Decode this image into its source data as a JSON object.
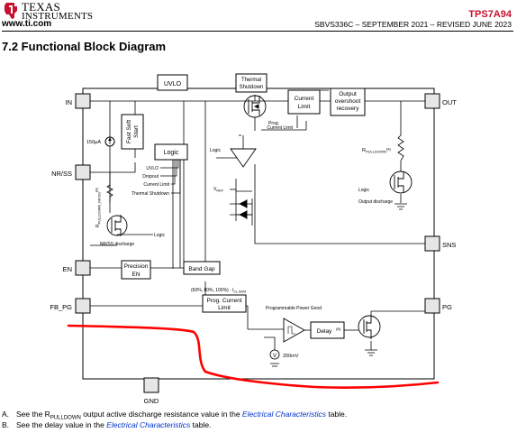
{
  "header": {
    "logo_line1": "TEXAS",
    "logo_line2": "INSTRUMENTS",
    "website": "www.ti.com",
    "part_number": "TPS7A94",
    "doc_info": "SBVS336C – SEPTEMBER 2021 – REVISED JUNE 2023"
  },
  "section": {
    "title": "7.2 Functional Block Diagram"
  },
  "diagram": {
    "pins": {
      "in": "IN",
      "nr_ss": "NR/SS",
      "en": "EN",
      "fb_pg": "FB_PG",
      "out": "OUT",
      "sns": "SNS",
      "pg": "PG",
      "gnd": "GND"
    },
    "blocks": {
      "uvlo": "UVLO",
      "thermal_1": "Thermal",
      "thermal_2": "Shutdown",
      "current_limit_1": "Current",
      "current_limit_2": "Limit",
      "overshoot_1": "Output",
      "overshoot_2": "overshoot",
      "overshoot_3": "recovery",
      "fast_soft_1": "Fast Soft",
      "fast_soft_2": "Start",
      "logic": "Logic",
      "precision_en_1": "Precision",
      "precision_en_2": "EN",
      "band_gap": "Band Gap",
      "prog_current_1": "Prog. Current",
      "prog_current_2": "Limit",
      "delay": "Delay"
    },
    "labels": {
      "current_150": "150μA",
      "uvlo_sig": "UVLO",
      "dropout": "Dropout",
      "current_limit_sig": "Current Limit",
      "thermal_shutdown_sig": "Thermal Shutdown",
      "logic_left": "Logic",
      "logic_right": "Logic",
      "vref": "V",
      "vref_sub": "REF",
      "prog_current_limit_sig_1": "Prog.",
      "prog_current_limit_sig_2": "Current Limit",
      "r_pulldown": "R",
      "r_pulldown_sub": "PULLDOWN",
      "r_pulldown_note": "(A)",
      "r_nr_ss": "R",
      "r_nr_ss_sub": "PULLDOWN_NR/SS",
      "r_nr_ss_note": "(A)",
      "logic_bottom": "Logic",
      "nr_ss_discharge": "NR/SS discharge",
      "output_discharge": "Output discharge",
      "percent_options": "(60%, 80%, 100%) · I",
      "percent_sub": "CL,NOM",
      "programmable_pg": "Programmable Power Good",
      "delay_note": "(B)",
      "v_200mv": "200mV",
      "v_symbol": "V"
    }
  },
  "notes": [
    {
      "letter": "A.",
      "pre": "See the R",
      "sub": "PULLDOWN",
      "mid": " output active discharge resistance value in the ",
      "link": "Electrical Characteristics",
      "post": " table."
    },
    {
      "letter": "B.",
      "pre": "See the delay value in the ",
      "sub": "",
      "mid": "",
      "link": "Electrical Characteristics",
      "post": " table."
    }
  ],
  "colors": {
    "brand_red": "#c8102e",
    "link_blue": "#0033cc",
    "annotation_red": "#ff0000",
    "box_fill": "#e6e6e6"
  }
}
